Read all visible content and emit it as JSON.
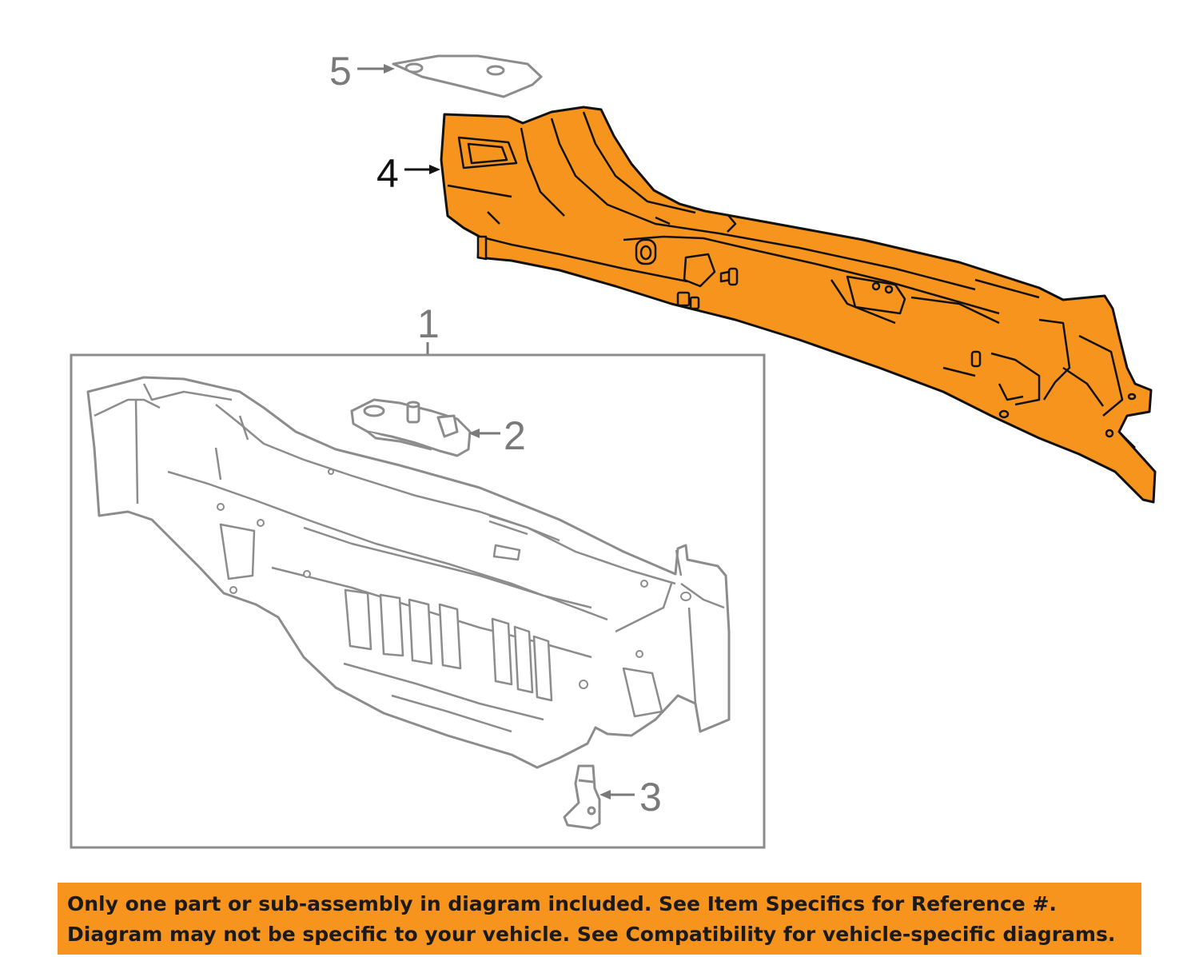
{
  "callouts": {
    "c1": "1",
    "c2": "2",
    "c3": "3",
    "c4": "4",
    "c5": "5"
  },
  "banner": {
    "line1": "Only one part or sub-assembly in diagram included. See Item Specifics for Reference #.",
    "line2": "Diagram may not be specific to your vehicle. See Compatibility for vehicle-specific diagrams."
  },
  "colors": {
    "highlight": "#f7941d",
    "outline_gray": "#8c8c8c",
    "outline_black": "#111111",
    "banner": "#f7941d"
  }
}
